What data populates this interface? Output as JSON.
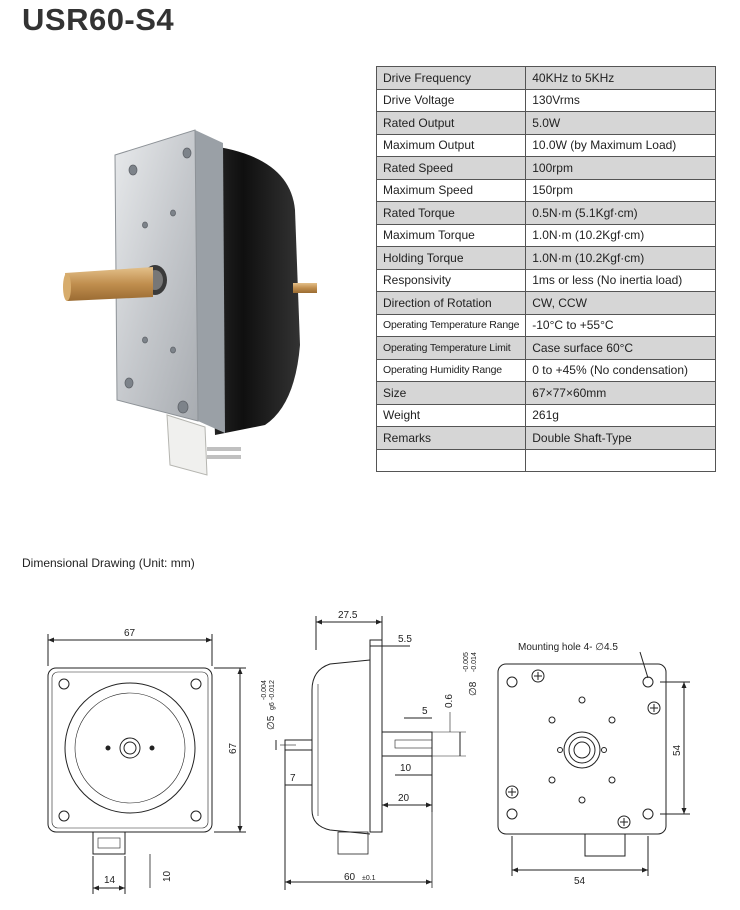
{
  "title": "USR60-S4",
  "specs": [
    {
      "label": "Drive Frequency",
      "value": "40KHz to 5KHz"
    },
    {
      "label": "Drive Voltage",
      "value": "130Vrms"
    },
    {
      "label": "Rated Output",
      "value": "5.0W"
    },
    {
      "label": "Maximum Output",
      "value": "10.0W (by Maximum Load)"
    },
    {
      "label": "Rated Speed",
      "value": "100rpm"
    },
    {
      "label": "Maximum Speed",
      "value": "150rpm"
    },
    {
      "label": "Rated Torque",
      "value": "0.5N·m (5.1Kgf·cm)"
    },
    {
      "label": "Maximum Torque",
      "value": "1.0N·m (10.2Kgf·cm)"
    },
    {
      "label": "Holding Torque",
      "value": "1.0N·m (10.2Kgf·cm)"
    },
    {
      "label": "Responsivity",
      "value": "1ms or less (No inertia load)"
    },
    {
      "label": "Direction of Rotation",
      "value": "CW, CCW"
    },
    {
      "label": "Operating Temperature Range",
      "value": "-10°C to +55°C"
    },
    {
      "label": "Operating Temperature Limit",
      "value": "Case surface 60°C"
    },
    {
      "label": "Operating Humidity Range",
      "value": "0 to +45% (No condensation)"
    },
    {
      "label": "Size",
      "value": "67×77×60mm"
    },
    {
      "label": "Weight",
      "value": "261g"
    },
    {
      "label": "Remarks",
      "value": "Double Shaft-Type"
    },
    {
      "label": "",
      "value": ""
    }
  ],
  "dimensional_title": "Dimensional Drawing (Unit: mm)",
  "front_view": {
    "width": "67",
    "height": "67",
    "connector_w": "14",
    "connector_h": "10"
  },
  "side_view": {
    "body_len": "27.5",
    "flange": "5.5",
    "shaft_d": "∅5",
    "shaft_tol": "g6",
    "shaft_tol_a": "-0.004",
    "shaft_tol_b": "-0.012",
    "shaft_d2": "∅8",
    "shaft_tol2_a": "-0.005",
    "shaft_tol2_b": "-0.014",
    "key": "0.6",
    "key_w": "5",
    "rear_shaft": "7",
    "front_shaft": "10",
    "front_total": "20",
    "total": "60",
    "total_tol": "±0.1"
  },
  "rear_view": {
    "mounting_hole": "Mounting hole 4- ∅4.5",
    "pitch_w": "54",
    "pitch_h": "54"
  },
  "colors": {
    "row_shade": "#d6d6d6",
    "border": "#555555",
    "motor_body": "#1a1a1a",
    "plate": "#c9ccd0",
    "shaft": "#c69a5a"
  }
}
